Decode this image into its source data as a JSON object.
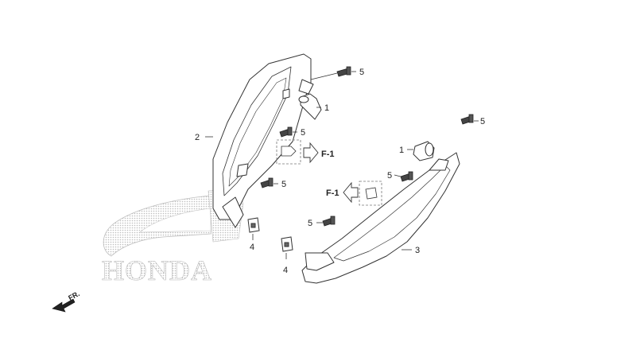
{
  "brand": {
    "name": "HONDA",
    "logo": "honda-wing-logo",
    "logo_color": "#c8c8c8"
  },
  "direction": {
    "label": "FR.",
    "icon": "arrow-front-icon"
  },
  "callouts": {
    "left_cover": "2",
    "left_bulb": "1",
    "left_screw_top": "5",
    "left_screw_mid": "5",
    "left_screw_low": "5",
    "left_clip": "4",
    "right_screw_top": "5",
    "right_bulb": "1",
    "right_screw_mid": "5",
    "right_screw_low": "5",
    "right_clip": "4",
    "right_cover": "3"
  },
  "references": {
    "left": "F-1",
    "right": "F-1"
  },
  "colors": {
    "line": "#333333",
    "dashed": "#777777"
  }
}
